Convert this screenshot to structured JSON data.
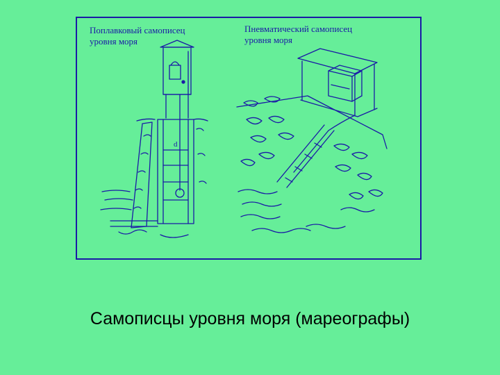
{
  "figure": {
    "left_label_line1": "Поплавковый самописец",
    "left_label_line2": "уровня моря",
    "right_label_line1": "Пневматический самописец",
    "right_label_line2": "уровня моря",
    "well_marker": "d"
  },
  "caption": "Самописцы уровня моря (мареографы)",
  "colors": {
    "background": "#66ee99",
    "ink": "#1a1aa6",
    "caption": "#000000"
  }
}
